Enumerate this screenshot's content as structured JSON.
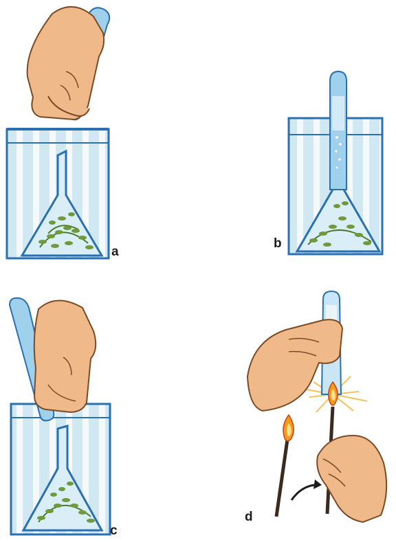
{
  "panels": {
    "a": {
      "label": "a"
    },
    "b": {
      "label": "b"
    },
    "c": {
      "label": "c"
    },
    "d": {
      "label": "d"
    }
  },
  "colors": {
    "water": "#cfe8f2",
    "water_stripe": "#ffffff",
    "glass_outline": "#2a6fb0",
    "test_tube": "#9fd0ec",
    "plant": "#6f9a3c",
    "skin": "#efb98a",
    "skin_outline": "#7a4a25",
    "flame": "#f39a1c",
    "glow": "#f6c05a",
    "splint": "#3a2a20"
  },
  "icons": [
    "beaker",
    "funnel",
    "test-tube",
    "hand",
    "water-plant",
    "wooden-splint",
    "flame",
    "arrow"
  ]
}
